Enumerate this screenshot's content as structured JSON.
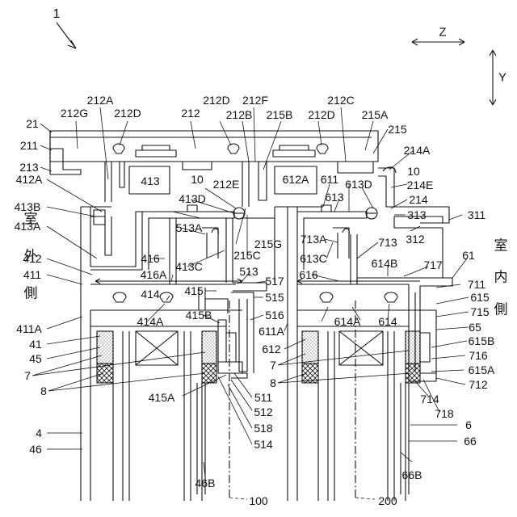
{
  "figure_number": "1",
  "axes": {
    "z": "Z",
    "y": "Y"
  },
  "outdoor_side": [
    "室",
    "外",
    "側"
  ],
  "indoor_side": [
    "室",
    "内",
    "側"
  ],
  "refs": {
    "r21": "21",
    "r211": "211",
    "r213": "213",
    "r212G": "212G",
    "r212A": "212A",
    "r212D_1": "212D",
    "r212": "212",
    "r212D_2": "212D",
    "r212F": "212F",
    "r212B": "212B",
    "r215B": "215B",
    "r212C": "212C",
    "r212D_3": "212D",
    "r215A": "215A",
    "r215": "215",
    "r214A": "214A",
    "r412A": "412A",
    "r413": "413",
    "r10_1": "10",
    "r212E": "212E",
    "r413D": "413D",
    "r612A": "612A",
    "r611": "611",
    "r613D": "613D",
    "r613": "613",
    "r10_2": "10",
    "r214E": "214E",
    "r214": "214",
    "r313": "313",
    "r311": "311",
    "r413B": "413B",
    "r413A": "413A",
    "r513A": "513A",
    "r215G": "215G",
    "r713A": "713A",
    "r312": "312",
    "r412": "412",
    "r411": "411",
    "r416": "416",
    "r413C": "413C",
    "r215C": "215C",
    "r613C": "613C",
    "r713": "713",
    "r61": "61",
    "r416A": "416A",
    "r513": "513",
    "r614B": "614B",
    "r717": "717",
    "r517": "517",
    "r616": "616",
    "r711": "711",
    "r414": "414",
    "r415": "415",
    "r515": "515",
    "r615": "615",
    "r411A": "411A",
    "r414A": "414A",
    "r415B": "415B",
    "r516": "516",
    "r614A": "614A",
    "r614": "614",
    "r715": "715",
    "r41": "41",
    "r611A": "611A",
    "r65": "65",
    "r45": "45",
    "r612": "612",
    "r615B": "615B",
    "r7_1": "7",
    "r7_2": "7",
    "r716": "716",
    "r8_1": "8",
    "r8_2": "8",
    "r615A": "615A",
    "r712": "712",
    "r415A": "415A",
    "r511": "511",
    "r512": "512",
    "r714": "714",
    "r718": "718",
    "r4": "4",
    "r518": "518",
    "r6": "6",
    "r46": "46",
    "r514": "514",
    "r66": "66",
    "r46B": "46B",
    "r66B": "66B",
    "r100": "100",
    "r200": "200"
  }
}
